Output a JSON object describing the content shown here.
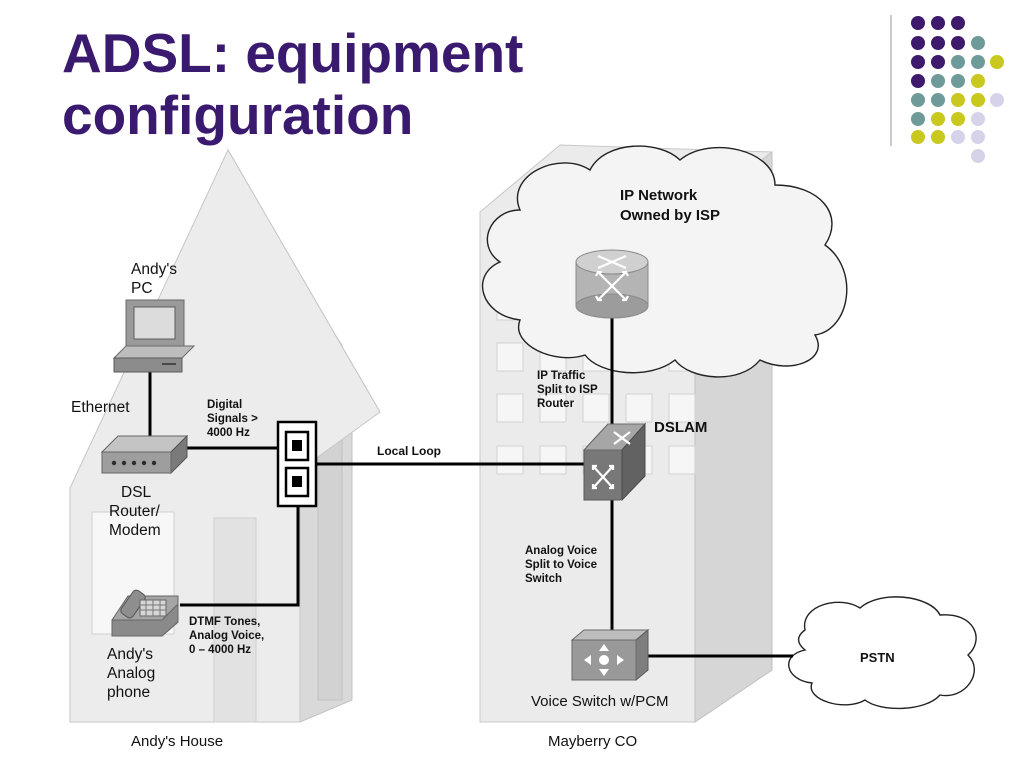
{
  "title": {
    "line1": "ADSL: equipment",
    "line2": "configuration"
  },
  "colors": {
    "title": "#3a1a6e",
    "dot_purple": "#3d1a6b",
    "dot_teal": "#6f9a9a",
    "dot_yellow": "#c8c81e",
    "dot_lavender": "#d6d2ea"
  },
  "diagram": {
    "house": {
      "label": "Andy's House",
      "pc_label_1": "Andy's",
      "pc_label_2": "PC",
      "ethernet_label": "Ethernet",
      "modem_label_1": "DSL",
      "modem_label_2": "Router/",
      "modem_label_3": "Modem",
      "phone_label_1": "Andy's",
      "phone_label_2": "Analog",
      "phone_label_3": "phone",
      "digital_label_1": "Digital",
      "digital_label_2": "Signals >",
      "digital_label_3": "4000 Hz",
      "dtmf_label_1": "DTMF Tones,",
      "dtmf_label_2": "Analog Voice,",
      "dtmf_label_3": "0 – 4000 Hz"
    },
    "local_loop_label": "Local Loop",
    "co": {
      "label": "Mayberry CO",
      "ip_network_label_1": "IP Network",
      "ip_network_label_2": "Owned by ISP",
      "ip_traffic_label_1": "IP Traffic",
      "ip_traffic_label_2": "Split to ISP",
      "ip_traffic_label_3": "Router",
      "dslam_label": "DSLAM",
      "analog_label_1": "Analog Voice",
      "analog_label_2": "Split to Voice",
      "analog_label_3": "Switch",
      "voice_switch_label": "Voice Switch w/PCM"
    },
    "pstn_label": "PSTN"
  }
}
